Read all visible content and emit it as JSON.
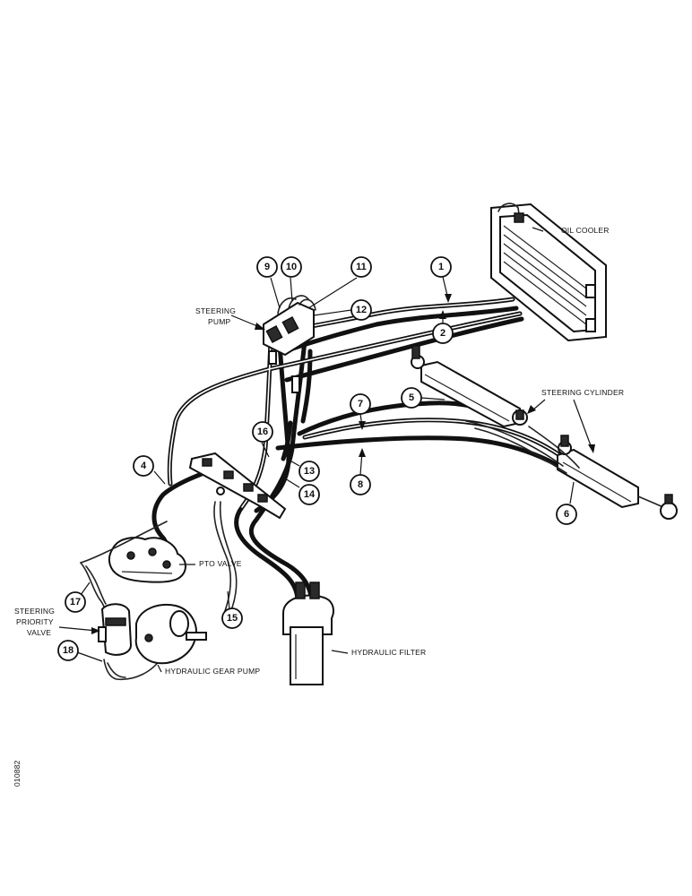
{
  "labels": {
    "oil_cooler": "OIL COOLER",
    "steering_pump_1": "STEERING",
    "steering_pump_2": "PUMP",
    "steering_cylinder": "STEERING CYLINDER",
    "pto_valve": "PTO VALVE",
    "steering_priority_1": "STEERING",
    "steering_priority_2": "PRIORITY",
    "steering_priority_3": "VALVE",
    "hydraulic_gear_pump": "HYDRAULIC GEAR PUMP",
    "hydraulic_filter": "HYDRAULIC FILTER",
    "figure_id": "010882"
  },
  "callouts": [
    "1",
    "2",
    "4",
    "5",
    "6",
    "7",
    "8",
    "9",
    "10",
    "11",
    "12",
    "13",
    "14",
    "15",
    "16",
    "17",
    "18"
  ]
}
